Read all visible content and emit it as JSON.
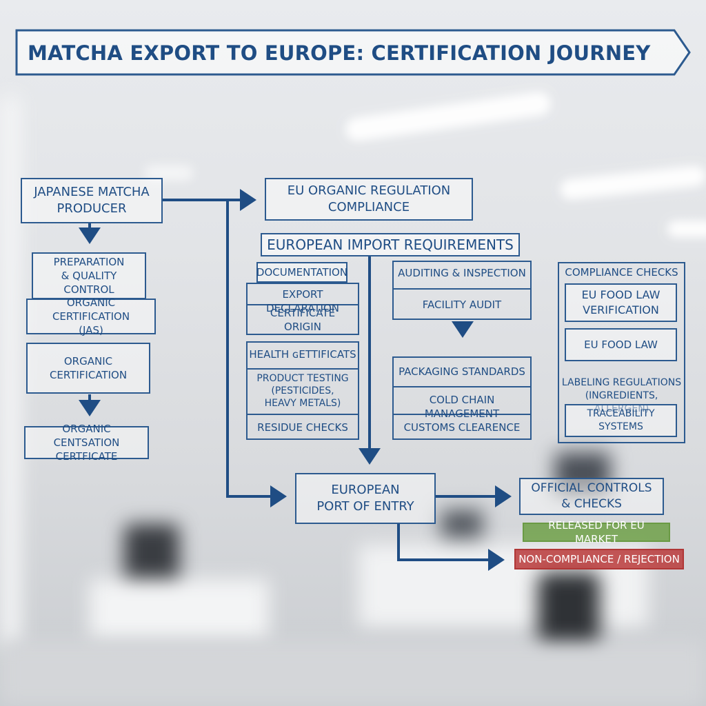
{
  "title": "MATCHA EXPORT TO EUROPE: CERTIFICATION JOURNEY",
  "colors": {
    "primary": "#1f4d84",
    "line": "#2c5a8f",
    "approved": "#6fa048",
    "rejected": "#ba3a3a"
  },
  "nodes": {
    "producer": "JAPANESE MATCHA\nPRODUCER",
    "preparation": "PREPARATION\n& QUALITY\nCONTROL",
    "organic_cert_jas": "ORGANIC CERTIFICATION\n(JAS)",
    "organic_cert": "ORGANIC\nCERTIFICATION",
    "organic_cert_certificate": "ORGANIC CENTSATION\nCERTFICATE",
    "eu_organic": "EU ORGANIC REGULATION\nCOMPLIANCE",
    "import_requirements": "EUROPEAN IMPORT REQUIREMENTS",
    "documentation": "DOCUMENTATION",
    "export_declaration": "EXPORT DECLARATION",
    "certificate_origin": "CERTIFICATE\nORIGIN",
    "health_certificates": "HEALTH ɢETTIFICATS",
    "product_testing": "PRODUCT TESTING\n(PESTICIDES,\nHEAVY METALS)",
    "residue_checks": "RESIDUE CHECKS",
    "auditing": "AUDITING & INSPECTION",
    "facility_audit": "FACILITY AUDIT",
    "packaging": "PACKAGING STANDARDS",
    "cold_chain": "COLD CHAIN MANAGEMENT",
    "customs": "CUSTOMS CLEARENCE",
    "compliance_checks": "COMPLIANCE CHECKS",
    "food_law_verification": "EU FOOD LAW\nVERIFICATION",
    "food_law": "EU FOOD LAW",
    "labeling": "LABELING REGULATIONS\n(INGREDIENTS, ALLERGEN)",
    "traceability": "TRACEABILITY\nSYSTEMS",
    "port_of_entry": "EUROPEAN\nPORT OF ENTRY",
    "official_controls": "OFFICIAL CONTROLS\n& CHECKS",
    "released": "RELEASED FOR EU MARKET",
    "rejection": "NON-COMPLIANCE / REJECTION"
  }
}
